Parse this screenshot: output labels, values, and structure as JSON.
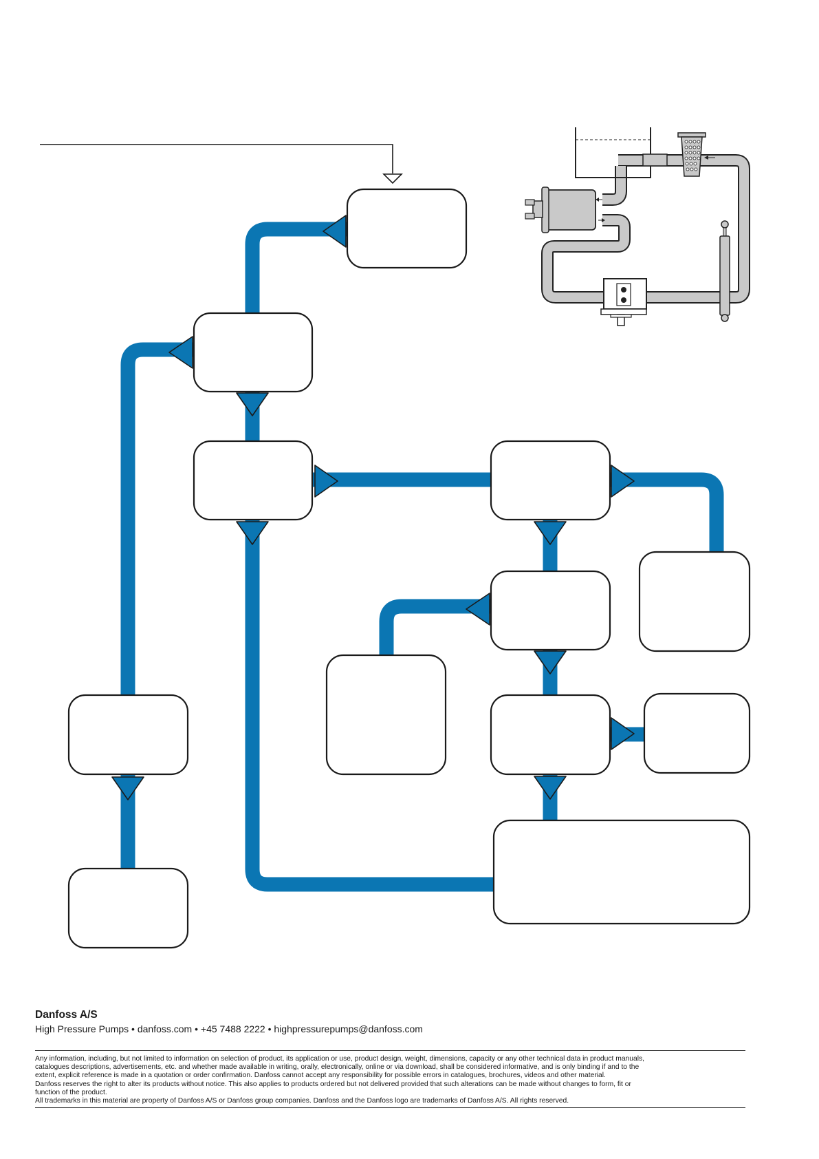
{
  "colors": {
    "flow_line": "#0b76b3",
    "arrow": "#0b76b3",
    "box_stroke": "#1a1a1a",
    "box_fill": "#ffffff",
    "schematic_pipe": "#c9c9c9",
    "schematic_stroke": "#222222"
  },
  "footer": {
    "company": "Danfoss A/S",
    "contact": "High Pressure Pumps • danfoss.com • +45 7488 2222 • highpressurepumps@danfoss.com",
    "disclaimer_lines": [
      "Any information, including, but not limited to information on selection of product, its application or use, product design, weight, dimensions, capacity or any other technical data in product manuals,",
      "catalogues descriptions, advertisements, etc. and whether made available in writing, orally, electronically, online or via download, shall be considered informative, and is only binding if and to the",
      "extent, explicit reference is made in a quotation or order confirmation. Danfoss cannot accept any responsibility for possible errors in catalogues, brochures, videos and other material.",
      "Danfoss reserves the right to alter its products without notice. This also applies to products ordered but not delivered provided that such alterations can be made without changes to form, fit or",
      "function of the product.",
      "All trademarks in this material are property of Danfoss A/S or Danfoss group companies. Danfoss and the Danfoss logo are trademarks of Danfoss A/S. All rights reserved."
    ]
  }
}
